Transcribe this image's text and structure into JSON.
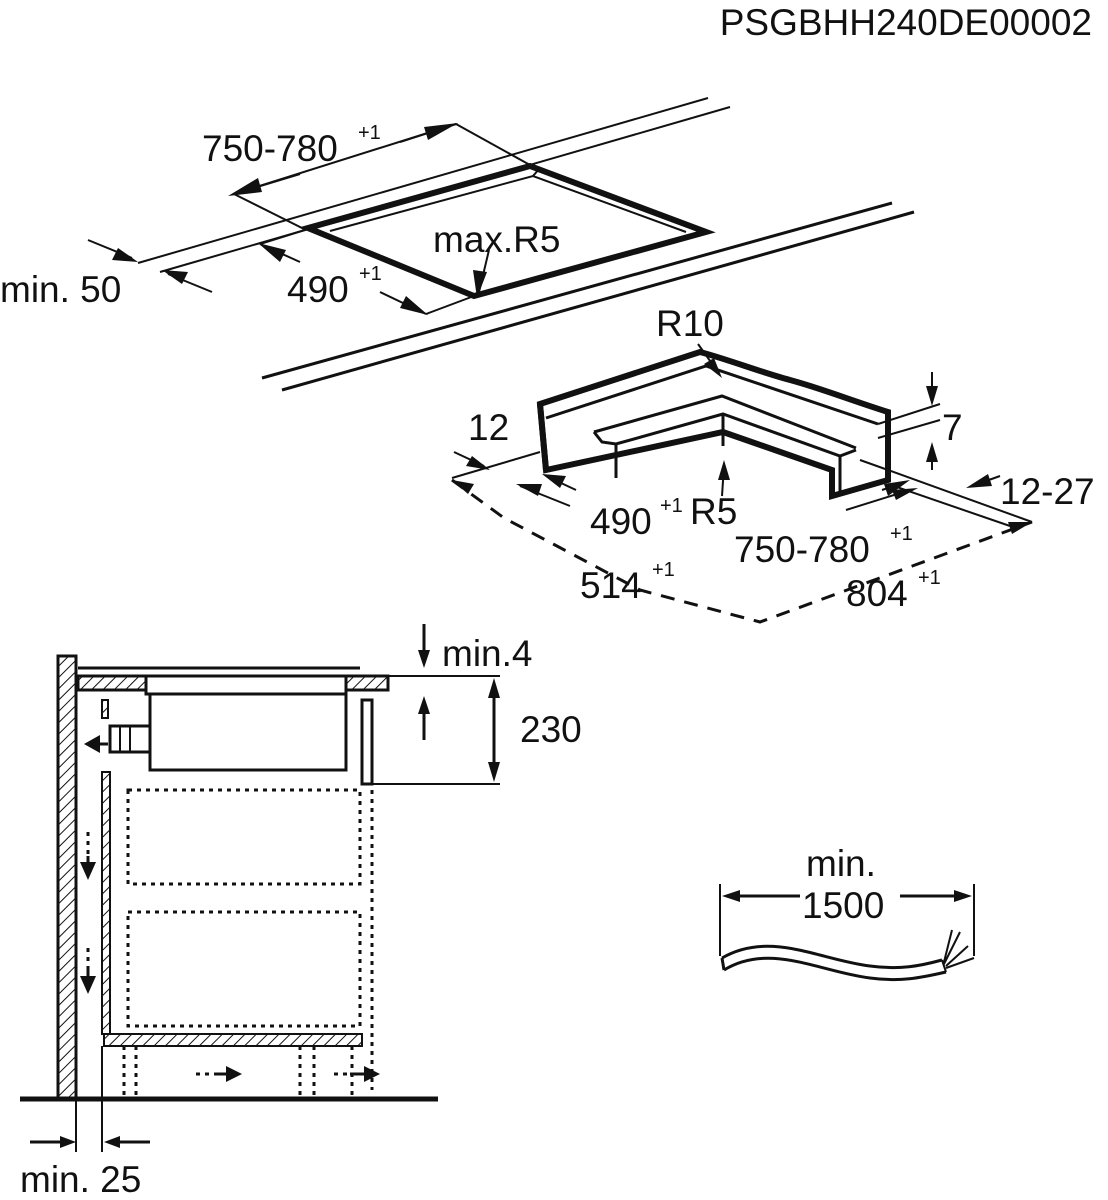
{
  "document_code": "PSGBHH240DE00002",
  "cutout": {
    "width_label": "750-780",
    "width_tol": "+1",
    "depth_label": "490",
    "depth_tol": "+1",
    "edge_label": "min. 50",
    "corner_radius_label": "max.R5"
  },
  "flush_frame": {
    "outer_radius_label": "R10",
    "step_width_label": "12",
    "step_depth_label": "7",
    "inner_radius_label": "R5",
    "inner_depth_label": "490",
    "inner_depth_tol": "+1",
    "inner_width_label": "750-780",
    "inner_width_tol": "+1",
    "worktop_label": "12-27",
    "outer_depth_label": "514",
    "outer_depth_tol": "+1",
    "outer_width_label": "804",
    "outer_width_tol": "+1"
  },
  "installation": {
    "top_gap_label": "min.4",
    "height_label": "230",
    "rear_gap_label": "min. 25"
  },
  "cable": {
    "min_label": "min.",
    "length_label": "1500"
  }
}
